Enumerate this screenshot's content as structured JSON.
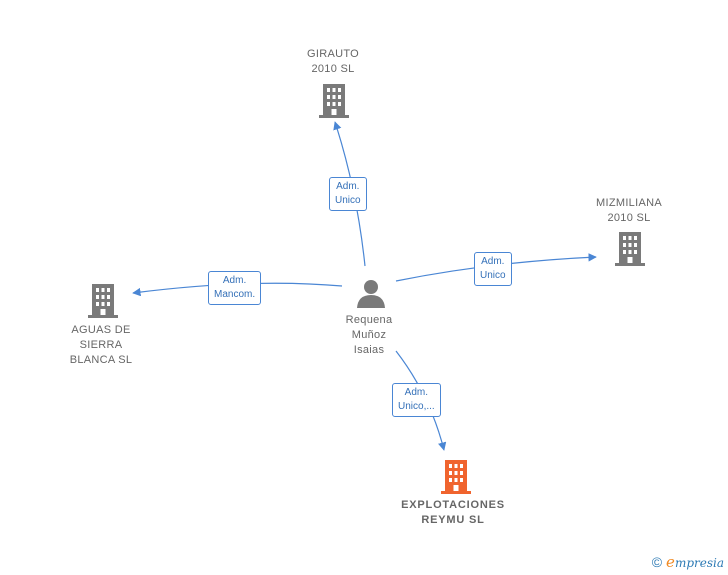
{
  "colors": {
    "edge": "#4a86d4",
    "company_icon": "#7a7a7a",
    "main_company_icon": "#f0642e",
    "person_icon": "#7a7a7a"
  },
  "person": {
    "icon": "person-icon",
    "name_lines": [
      "Requena",
      "Muñoz",
      "Isaias"
    ]
  },
  "companies": {
    "girauto": {
      "icon": "building-icon",
      "name_lines": [
        "GIRAUTO",
        "2010  SL"
      ]
    },
    "mizmiliana": {
      "icon": "building-icon",
      "name_lines": [
        "MIZMILIANA",
        "2010 SL"
      ]
    },
    "aguas": {
      "icon": "building-icon",
      "name_lines": [
        "AGUAS DE",
        "SIERRA",
        "BLANCA SL"
      ]
    },
    "explotaciones": {
      "icon": "building-icon",
      "name_lines": [
        "EXPLOTACIONES",
        "REYMU  SL"
      ]
    }
  },
  "edges": {
    "girauto": [
      "Adm.",
      "Unico"
    ],
    "mizmiliana": [
      "Adm.",
      "Unico"
    ],
    "aguas": [
      "Adm.",
      "Mancom."
    ],
    "explotaciones": [
      "Adm.",
      "Unico,..."
    ]
  },
  "footer": {
    "copyright": "©",
    "brand_initial": "e",
    "brand_rest": "mpresia"
  }
}
